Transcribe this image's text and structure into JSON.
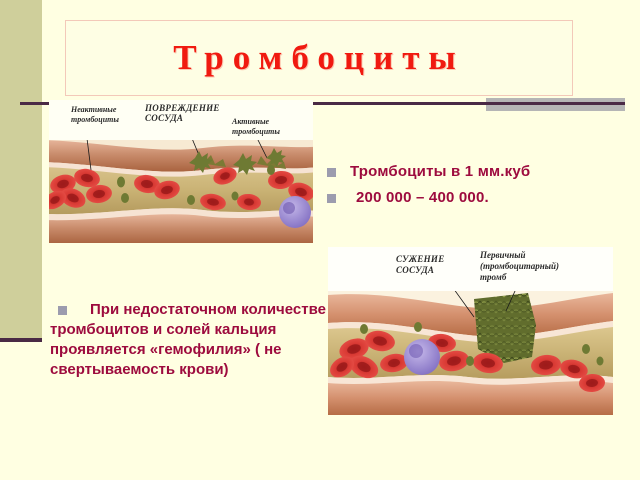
{
  "slide": {
    "background_color": "#FFFFE2",
    "accent_band_color": "#CFCF9B",
    "rule_color": "#4A2A45",
    "title": {
      "text": "Тромбоциты",
      "color": "#F01A10",
      "box_border_color": "#F3C9B9",
      "box_fill_color": "#FEFEE4"
    }
  },
  "bullets_top": {
    "bullet_color": "#9C9CAE",
    "text_color": "#9D0B3E",
    "items": [
      {
        "label": "Тромбоциты в 1 мм.куб"
      },
      {
        "label": "200 000 – 400 000."
      }
    ]
  },
  "paragraph": {
    "bullet_color": "#9C9CAE",
    "text_color": "#9D0B3E",
    "text": "При недостаточном количестве тромбоцитов и солей кальция проявляется «гемофилия»  ( не свертываемость крови)"
  },
  "figure_1": {
    "name": "vessel-injury-illustration",
    "captions": {
      "left": "Неактивные\nтромбоциты",
      "center": "ПОВРЕЖДЕНИЕ\nСОСУДА",
      "right": "Активные\nтромбоциты"
    }
  },
  "figure_2": {
    "name": "vessel-constriction-thrombus-illustration",
    "captions": {
      "left": "СУЖЕНИЕ\nСОСУДА",
      "right": "Первичный\n(тромбоцитарный)\nтромб"
    }
  }
}
